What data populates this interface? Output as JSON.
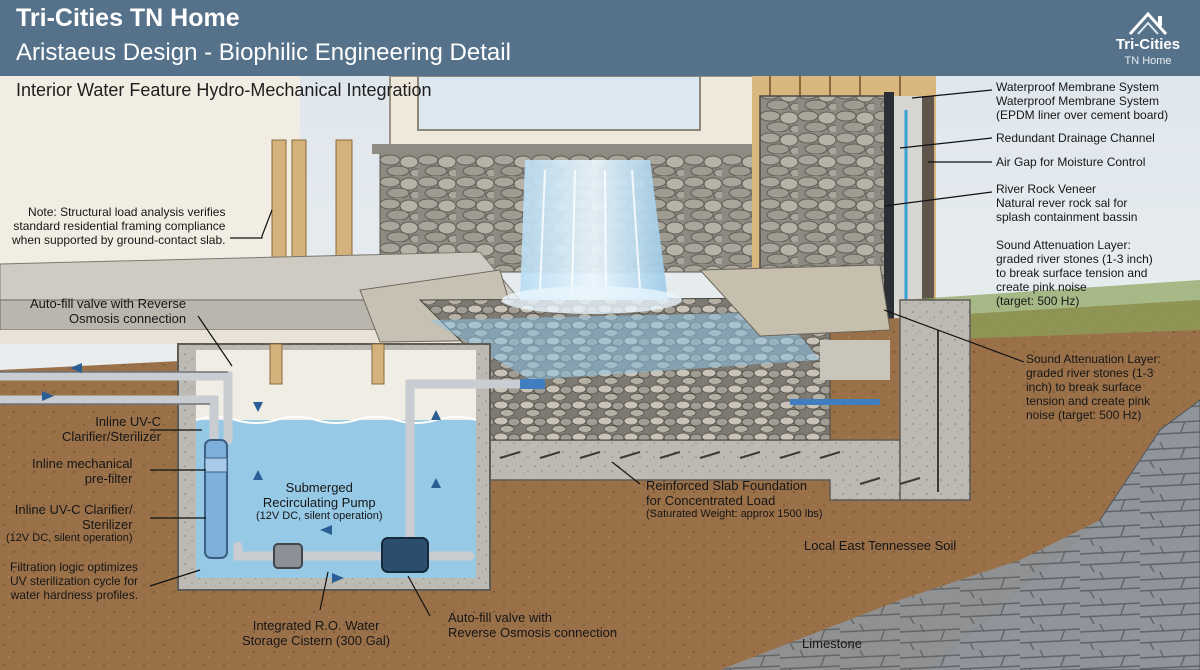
{
  "header": {
    "title": "Tri-Cities TN Home",
    "subtitle": "Aristaeus Design - Biophilic Engineering Detail",
    "section_title": "Interior Water Feature Hydro-Mechanical Integration"
  },
  "logo": {
    "name": "Tri-Cities",
    "tagline": "TN Home",
    "icon": "house-roof-icon"
  },
  "colors": {
    "header": "#56718a",
    "water": "#7fb6dc",
    "concrete": "#bdbab3",
    "soil": "#9a7048",
    "wood": "#d9b67e"
  },
  "labels": {
    "note": [
      "Note: Structural load analysis verifies",
      "standard residential framing compliance",
      "when supported by ground-contact slab."
    ],
    "autofill_top": [
      "Auto-fill valve with Reverse",
      "Osmosis connection"
    ],
    "uvc_clarifier": [
      "Inline UV-C",
      "Clarifier/Sterilizer"
    ],
    "mech_prefilter": [
      "Inline mechanical",
      "pre-filter"
    ],
    "uvc_sterilizer": [
      "Inline UV-C Clarifier/",
      "Sterilizer",
      "(12V DC, silent operation)"
    ],
    "filtration_logic": [
      "Filtration logic optimizes",
      "UV sterilization cycle for",
      "water hardness profiles."
    ],
    "pump": [
      "Submerged",
      "Recirculating Pump",
      "(12V DC, silent operation)"
    ],
    "cistern": [
      "Integrated R.O. Water",
      "Storage Cistern (300 Gal)"
    ],
    "autofill_bottom": [
      "Auto-fill valve with",
      "Reverse Osmosis connection"
    ],
    "slab": [
      "Reinforced Slab Foundation",
      "for Concentrated Load",
      "(Saturated Weight: approx 1500 lbs)"
    ],
    "soil": "Local East Tennessee Soil",
    "limestone": "Limestone",
    "membrane": [
      "Waterproof Membrane System",
      "Waterproof Membrane System",
      "(EPDM liner over cement board)"
    ],
    "drainage": "Redundant Drainage Channel",
    "air_gap": "Air Gap for Moisture Control",
    "veneer": [
      "River Rock Veneer",
      "Natural rever rock sal for",
      "splash containment bassin"
    ],
    "sound_upper": [
      "Sound Attenuation Layer:",
      "graded river stones (1-3 inch)",
      "to break surface tension and",
      "create pink noise",
      "(target: 500 Hz)"
    ],
    "sound_lower": [
      "Sound Attenuation Layer:",
      "graded river stones (1-3",
      "inch) to break surface",
      "tension and create pink",
      "noise (target: 500 Hz)"
    ]
  }
}
